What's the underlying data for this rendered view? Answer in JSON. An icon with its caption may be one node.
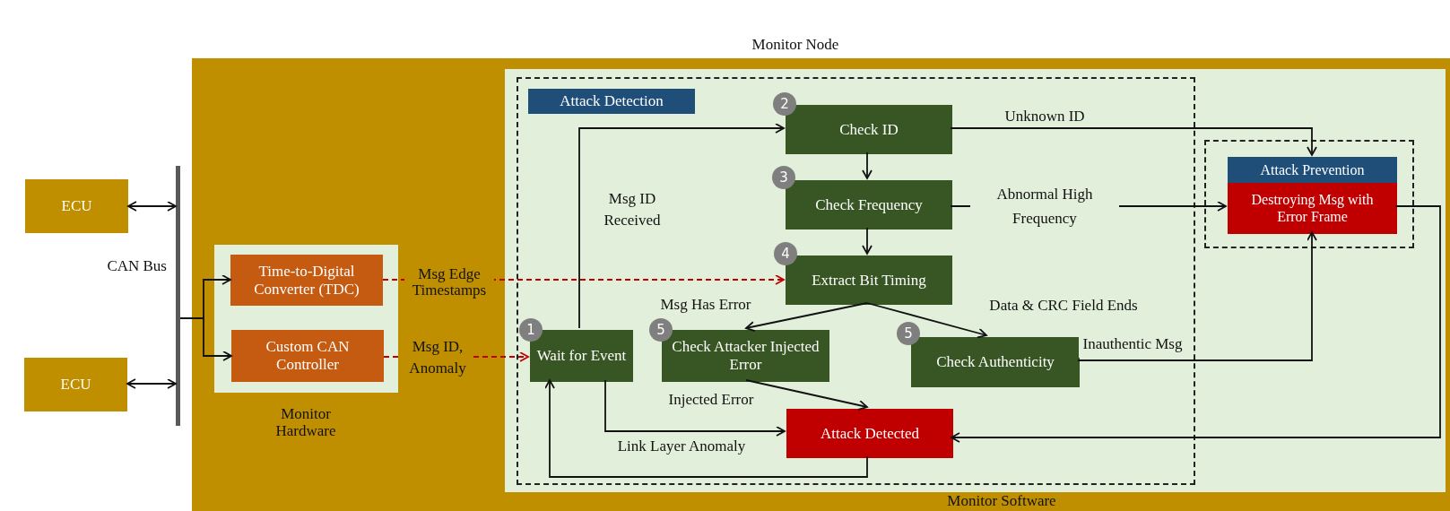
{
  "diagram": {
    "nodes": [
      {
        "text": [
          "Monitor Node"
        ]
      },
      {
        "text": [
          "ECU"
        ]
      },
      {
        "text": [
          "ECU"
        ]
      },
      {
        "text": [],
        "shape": "bar",
        "beside": [
          "CAN Bus"
        ]
      },
      {
        "text": [
          "Monitor Hardware"
        ],
        "in": 0
      },
      {
        "text": [
          "Time-to-Digital Converter (TDC)"
        ],
        "in": 4
      },
      {
        "text": [
          "Custom CAN Controller"
        ],
        "in": 4
      },
      {
        "text": [
          "Monitor Software"
        ],
        "in": 0
      },
      {
        "text": [
          "Attack Detection"
        ],
        "in": 7
      },
      {
        "text": [
          "Check ID"
        ],
        "in": 8
      },
      {
        "text": [
          "Check Frequency"
        ],
        "in": 8
      },
      {
        "text": [
          "Extract Bit Timing"
        ],
        "in": 8
      },
      {
        "text": [
          "Wait for Event"
        ],
        "in": 8
      },
      {
        "text": [
          "Check Attacker Injected Error"
        ],
        "in": 8
      },
      {
        "text": [
          "Check Authenticity"
        ],
        "in": 8
      },
      {
        "text": [
          "Attack Detected"
        ],
        "in": 8
      },
      {
        "text": [],
        "shape": "box",
        "in": 7
      },
      {
        "text": [
          "Attack Prevention",
          "Destroying Msg with Error Frame"
        ],
        "in": 16
      }
    ],
    "edges": [
      {
        "from": 1,
        "to": 3,
        "arrow": "both"
      },
      {
        "from": 2,
        "to": 3,
        "arrow": "both"
      },
      {
        "from": 3,
        "to": 5,
        "arrow": "to"
      },
      {
        "from": 3,
        "to": 6,
        "arrow": "to"
      },
      {
        "from": 5,
        "to": 11,
        "arrow": "to",
        "label": "Msg Edge Timestamps",
        "style": "dashed",
        "color": "#c00000"
      },
      {
        "from": 6,
        "to": 12,
        "arrow": "to",
        "label": "Msg ID, Anomaly",
        "style": "dashed",
        "color": "#c00000"
      },
      {
        "from": 12,
        "to": 9,
        "arrow": "to",
        "label": "Msg ID Received"
      },
      {
        "from": 9,
        "to": 10,
        "arrow": "to"
      },
      {
        "from": 10,
        "to": 11,
        "arrow": "to"
      },
      {
        "from": 11,
        "to": 13,
        "arrow": "to",
        "label": "Msg Has Error"
      },
      {
        "from": 11,
        "to": 14,
        "arrow": "to",
        "label": "Data & CRC Field Ends"
      },
      {
        "from": 13,
        "to": 15,
        "arrow": "to",
        "label": "Injected Error"
      },
      {
        "from": 12,
        "to": 15,
        "arrow": "to",
        "label": "Link Layer Anomaly"
      },
      {
        "from": 15,
        "to": 12,
        "arrow": "to"
      },
      {
        "from": 9,
        "to": 17,
        "arrow": "to",
        "label": "Unknown ID"
      },
      {
        "from": 10,
        "to": 17,
        "arrow": "to",
        "label": "Abnormal High Frequency"
      },
      {
        "from": 14,
        "to": 17,
        "arrow": "to",
        "label": "Inauthentic Msg"
      },
      {
        "from": 17,
        "to": 15,
        "arrow": "to"
      }
    ],
    "labels": [
      "1",
      "2",
      "3",
      "4",
      "5",
      "5"
    ]
  }
}
